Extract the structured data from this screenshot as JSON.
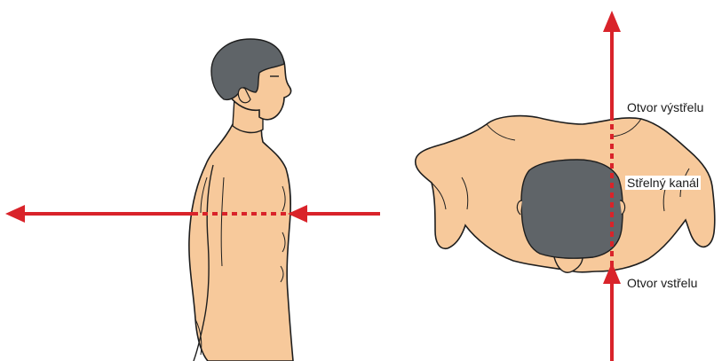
{
  "labels": {
    "exit": "Otvor výstřelu",
    "channel": "Střelný kanál",
    "entry": "Otvor vstřelu"
  },
  "colors": {
    "arrow": "#d9232a",
    "skin": "#f7c99b",
    "skin_outline": "#1e1e1e",
    "hair": "#5f6468",
    "background": "#ffffff"
  }
}
